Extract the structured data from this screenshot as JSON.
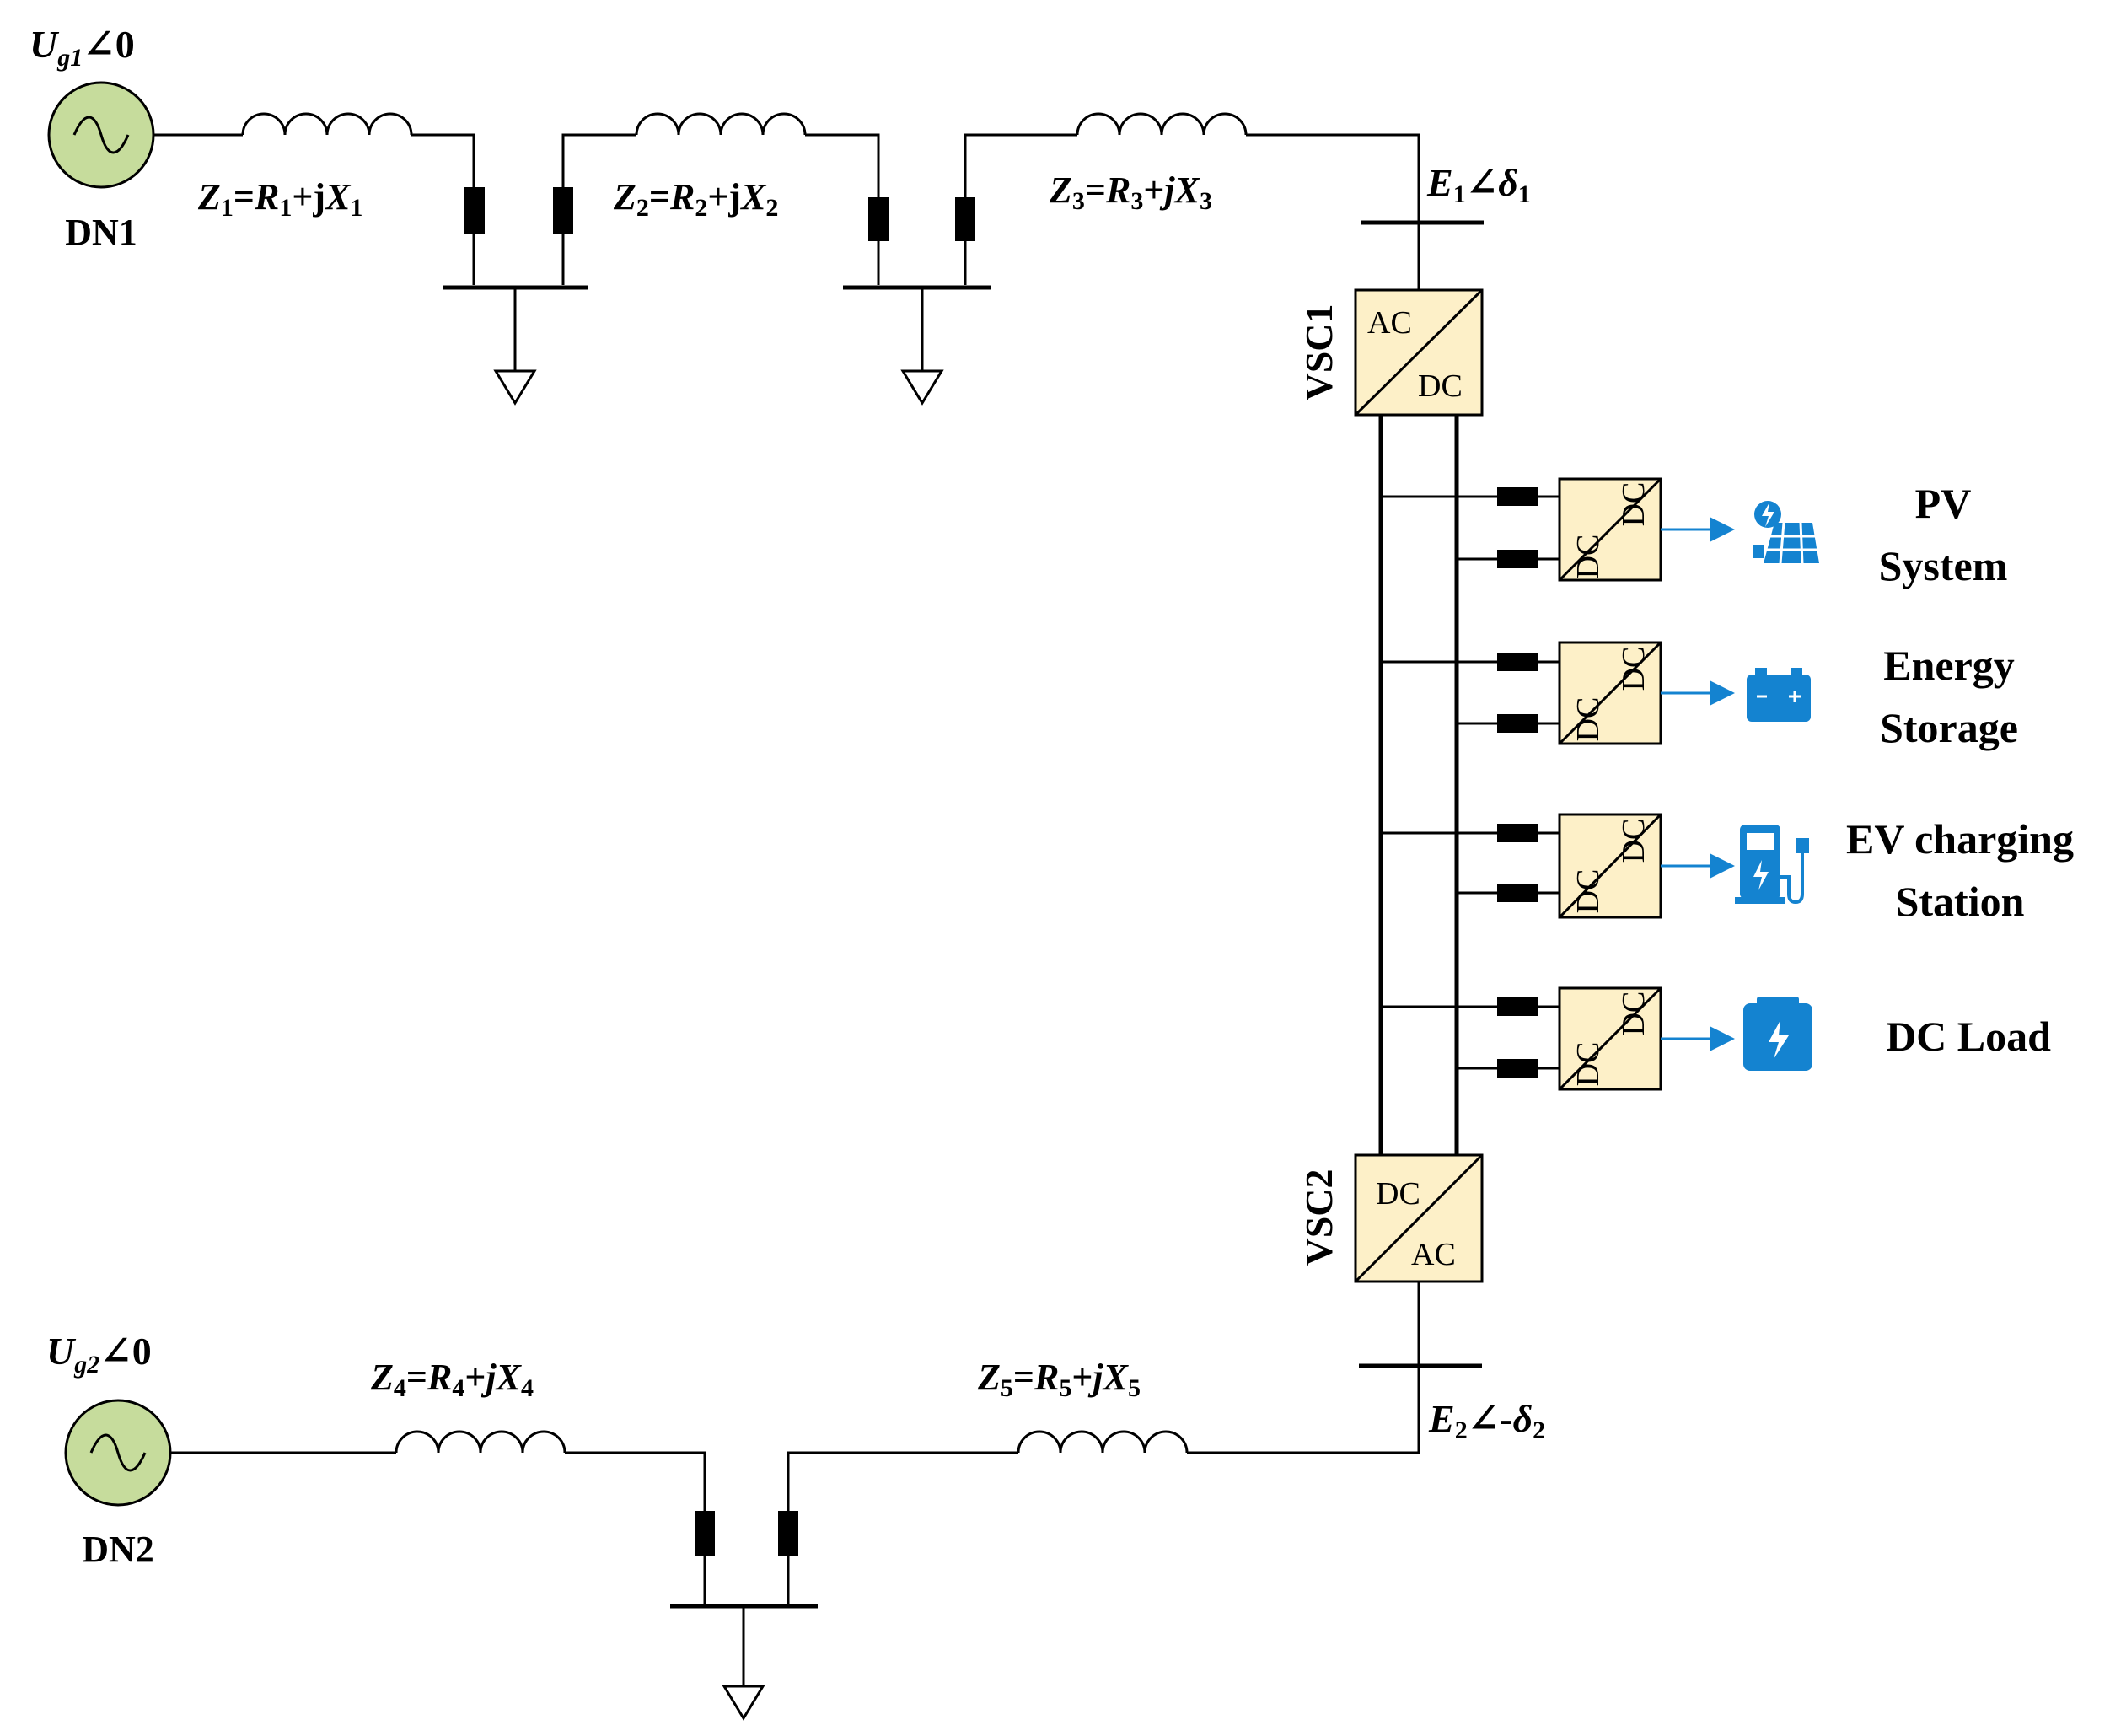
{
  "sources": {
    "dn1": {
      "name": "DN1",
      "voltage": "U",
      "voltage_sub": "g1",
      "angle_text": "∠0"
    },
    "dn2": {
      "name": "DN2",
      "voltage": "U",
      "voltage_sub": "g2",
      "angle_text": "∠0"
    }
  },
  "impedances": [
    {
      "z": "Z",
      "sub": "1",
      "eq": "=",
      "r": "R",
      "rsub": "1",
      "plus": "+j",
      "x": "X",
      "xsub": "1"
    },
    {
      "z": "Z",
      "sub": "2",
      "eq": "=",
      "r": "R",
      "rsub": "2",
      "plus": "+j",
      "x": "X",
      "xsub": "2"
    },
    {
      "z": "Z",
      "sub": "3",
      "eq": "=",
      "r": "R",
      "rsub": "3",
      "plus": "+",
      "j": "j",
      "x": "X",
      "xsub": "3"
    },
    {
      "z": "Z",
      "sub": "4",
      "eq": "=",
      "r": "R",
      "rsub": "4",
      "plus": "+",
      "j": "j",
      "x": "X",
      "xsub": "4"
    },
    {
      "z": "Z",
      "sub": "5",
      "eq": "=",
      "r": "R",
      "rsub": "5",
      "plus": "+",
      "j": "j",
      "x": "X",
      "xsub": "5"
    }
  ],
  "buses": {
    "e1": {
      "symbol": "E",
      "sub": "1",
      "angle": "∠",
      "delta": "δ",
      "dsub": "1"
    },
    "e2": {
      "symbol": "E",
      "sub": "2",
      "angle": "∠-",
      "delta": "δ",
      "dsub": "2"
    }
  },
  "converters": {
    "vsc1": {
      "name": "VSC1",
      "top": "AC",
      "bottom": "DC"
    },
    "vsc2": {
      "name": "VSC2",
      "top": "DC",
      "bottom": "AC"
    },
    "dcdc_label": "DC"
  },
  "dc_units": [
    {
      "line1": "PV",
      "line2": "System",
      "icon": "solar-panel-icon"
    },
    {
      "line1": "Energy",
      "line2": "Storage",
      "icon": "battery-icon"
    },
    {
      "line1": "EV charging",
      "line2": "Station",
      "icon": "ev-charger-icon"
    },
    {
      "line1": "DC Load",
      "line2": "",
      "icon": "dc-load-icon"
    }
  ],
  "colors": {
    "source_fill": "#c6dc9c",
    "converter_fill": "#fdf0c8",
    "icon_blue": "#1483d0",
    "line": "#000000"
  }
}
